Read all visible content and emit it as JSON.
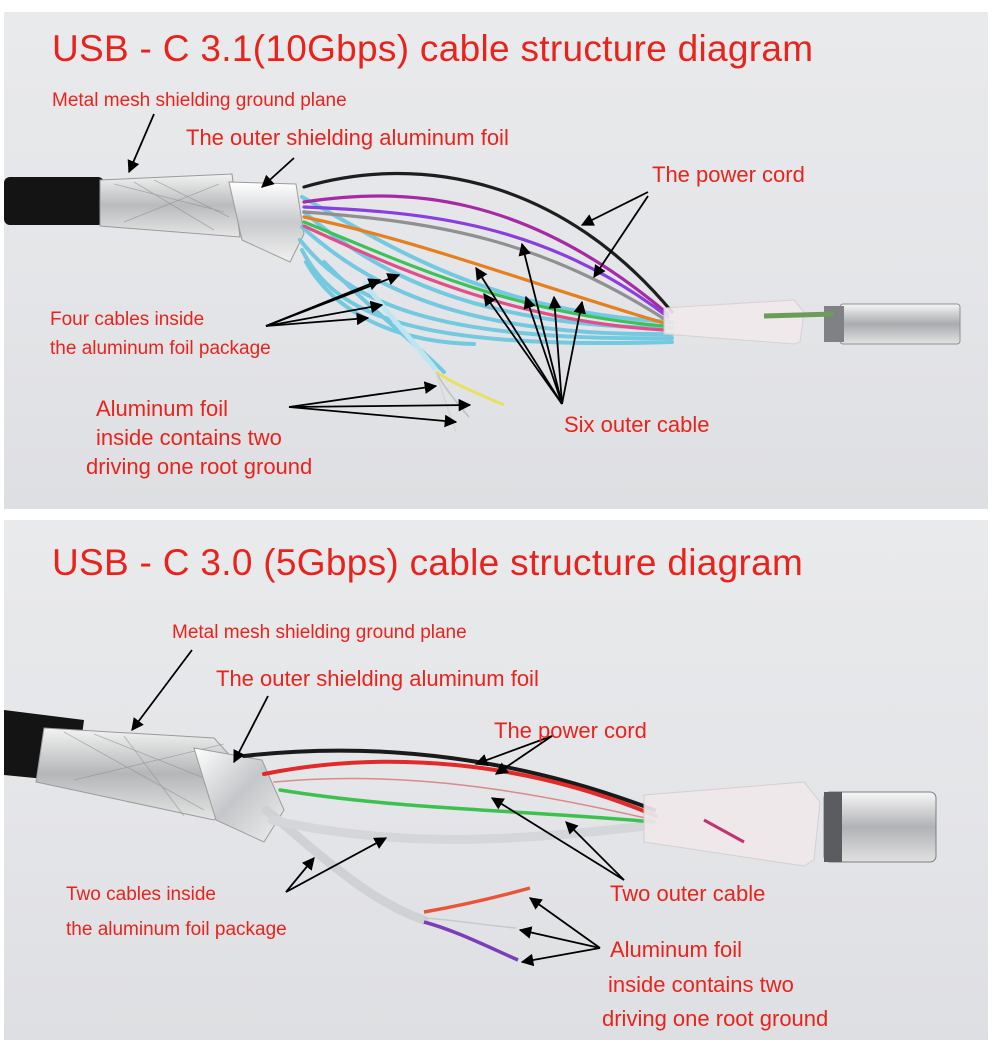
{
  "colors": {
    "label": "#e8231c",
    "arrow": "#000000",
    "background": "#e6e7ea"
  },
  "usb31": {
    "title": "USB -  C 3.1(10Gbps) cable structure diagram",
    "metal_mesh": "Metal mesh shielding ground plane",
    "outer_foil": "The outer shielding aluminum foil",
    "power_cord": "The power cord",
    "four_cables_l1": "Four cables inside",
    "four_cables_l2": "the aluminum foil package",
    "inner_foil_l1": "Aluminum foil",
    "inner_foil_l2": "inside contains two",
    "inner_foil_l3": "driving one root ground",
    "six_outer": "Six outer cable"
  },
  "usb30": {
    "title": "USB -  C 3.0 (5Gbps) cable structure diagram",
    "metal_mesh": "Metal mesh shielding ground plane",
    "outer_foil": "The outer shielding aluminum foil",
    "power_cord": "The power cord",
    "two_cables_l1": "Two cables inside",
    "two_cables_l2": "the aluminum foil package",
    "two_outer": "Two outer cable",
    "inner_foil_l1": "Aluminum foil",
    "inner_foil_l2": "inside contains two",
    "inner_foil_l3": "driving one root ground"
  }
}
